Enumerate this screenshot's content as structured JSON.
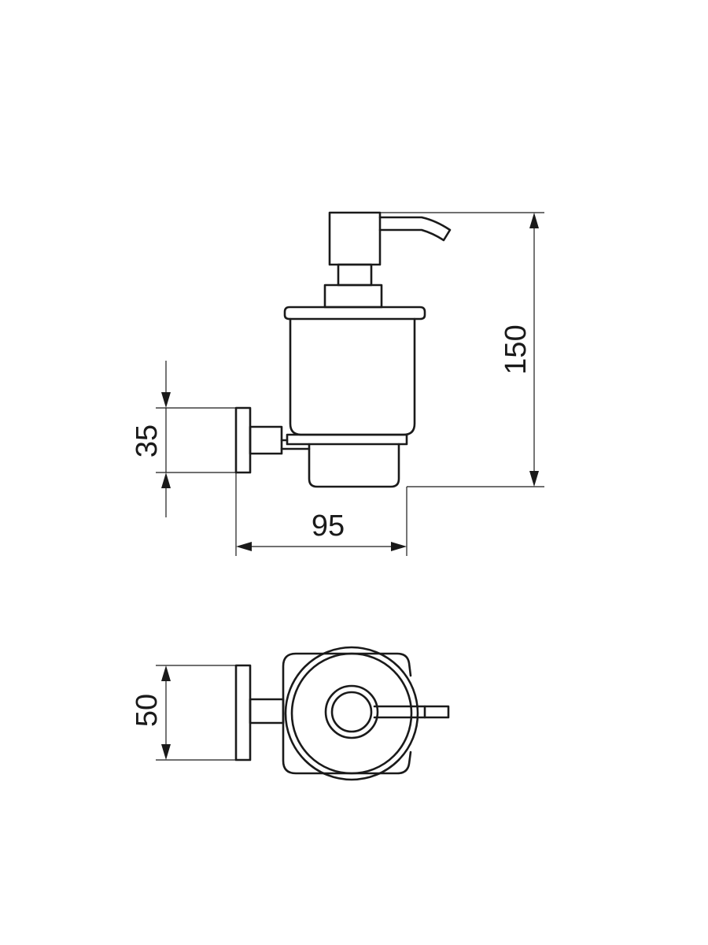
{
  "dimensions": {
    "height_overall": "150",
    "bracket_height": "35",
    "depth": "95",
    "width": "50"
  },
  "colors": {
    "line": "#1a1a1a",
    "background": "#ffffff"
  }
}
